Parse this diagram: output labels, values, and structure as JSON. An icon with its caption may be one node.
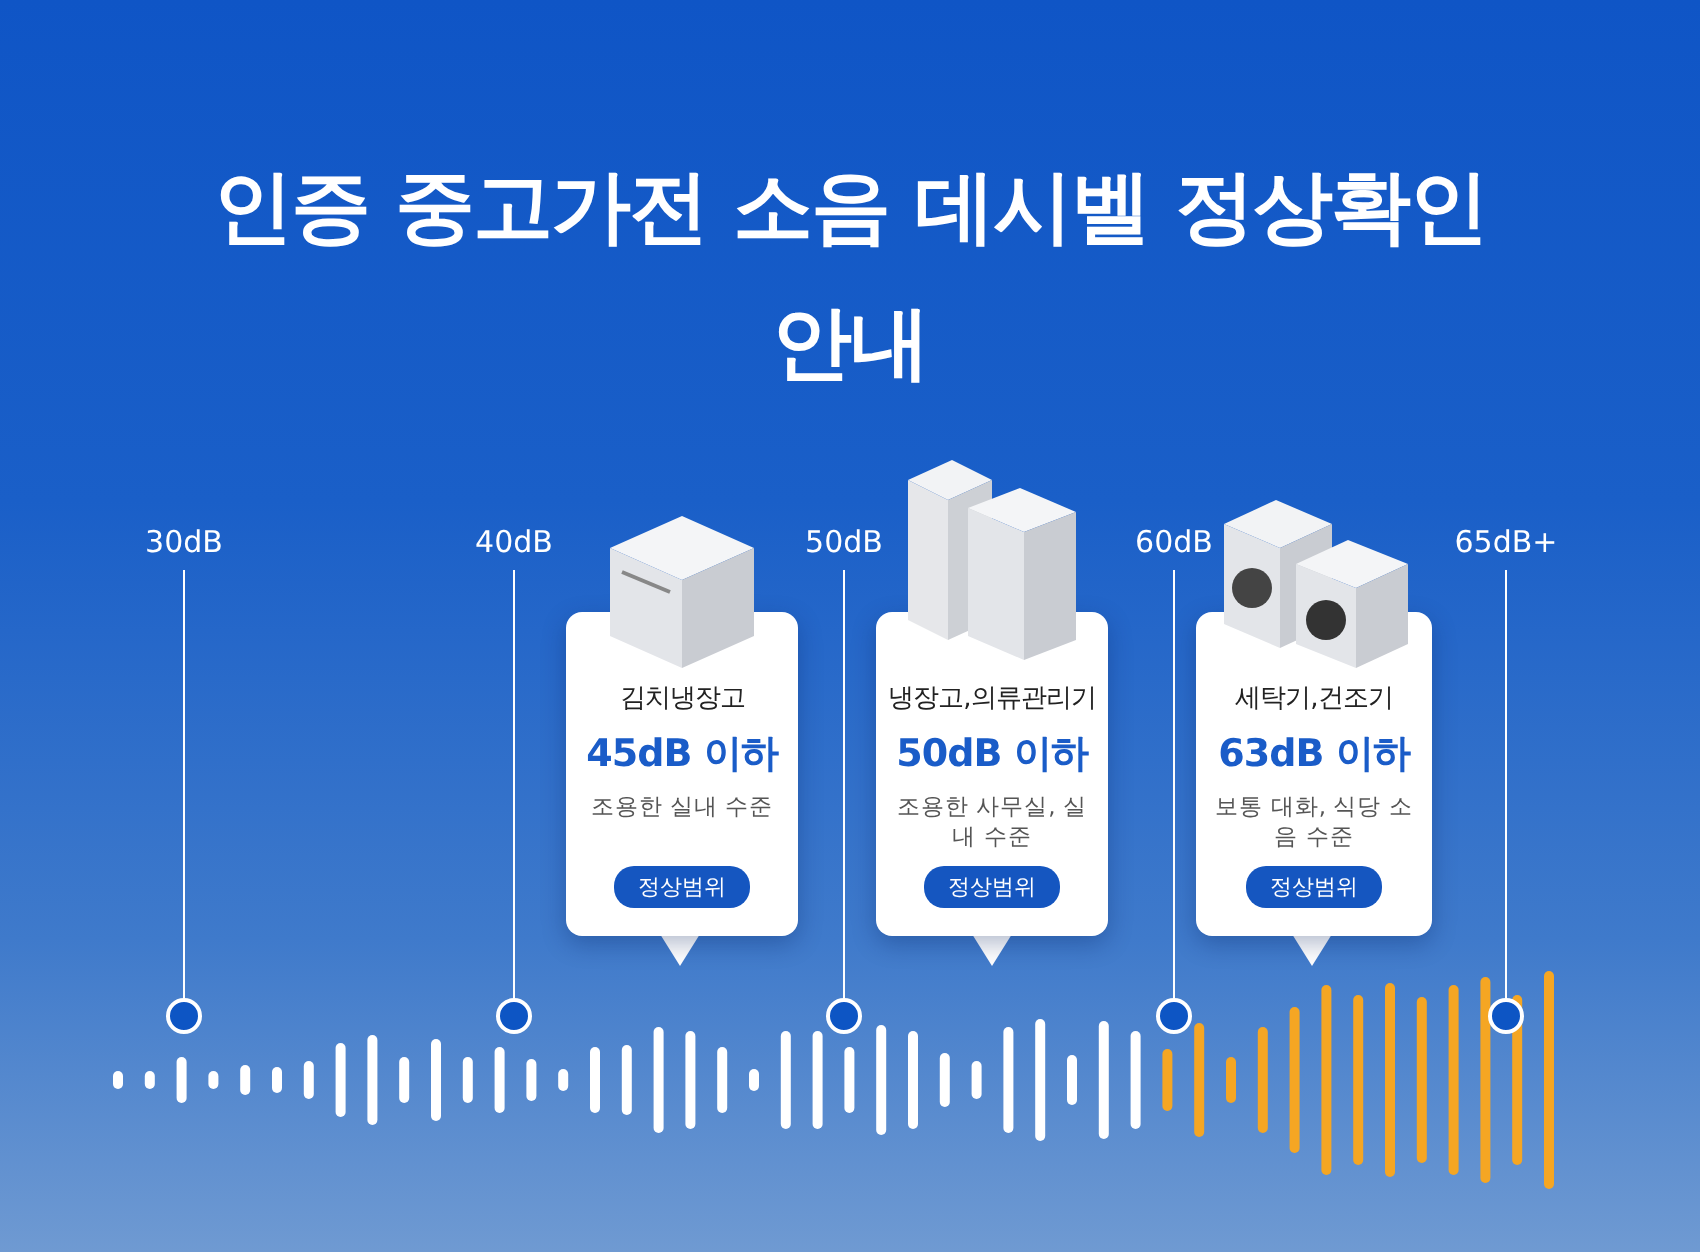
{
  "diagram": {
    "title": "인증 중고가전 소음 데시벨 정상확인 안내",
    "nodes": [
      {
        "text": [
          "김치냉장고",
          "45dB 이하",
          "조용한 실내 수준",
          "정상범위"
        ]
      },
      {
        "text": [
          "냉장고,의류관리기",
          "50dB 이하",
          "조용한 사무실, 실내 수준",
          "정상범위"
        ]
      },
      {
        "text": [
          "세탁기,건조기",
          "63dB 이하",
          "보통 대화, 식당 소음 수준",
          "정상범위"
        ]
      }
    ],
    "labels": [
      "30dB",
      "40dB",
      "50dB",
      "60dB",
      "65dB+"
    ]
  }
}
